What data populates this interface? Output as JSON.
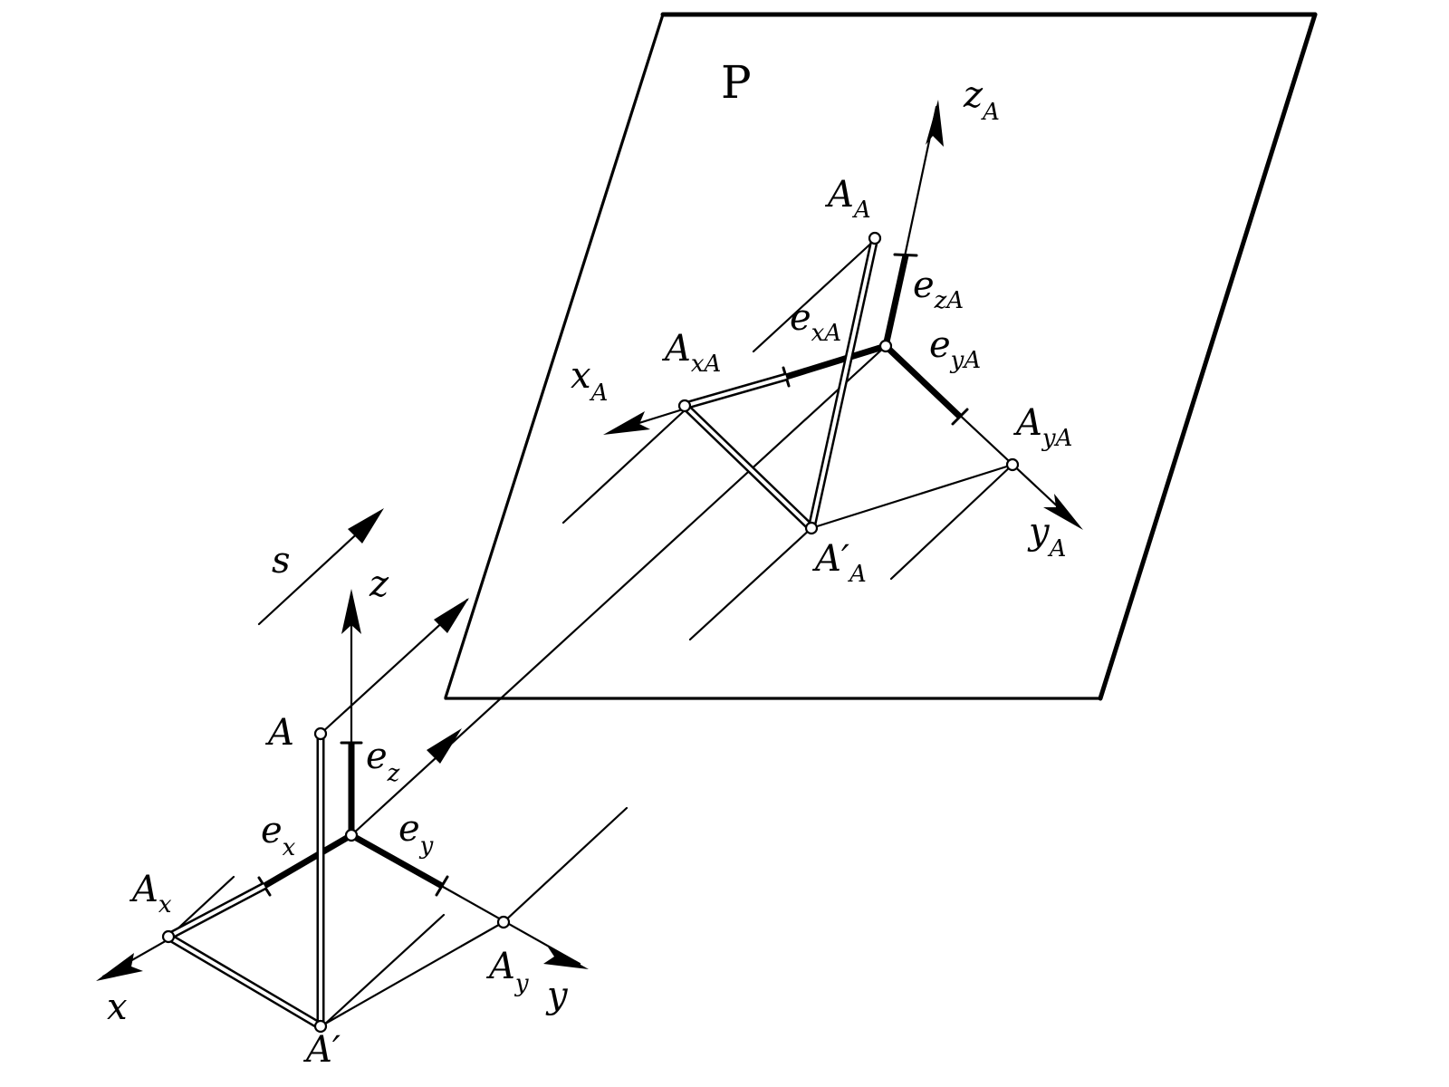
{
  "plane_label": "P",
  "direction_label": "s",
  "original_axes": {
    "x": "x",
    "y": "y",
    "z": "z"
  },
  "original_units": {
    "ex": {
      "base": "e",
      "sub": "x"
    },
    "ey": {
      "base": "e",
      "sub": "y"
    },
    "ez": {
      "base": "e",
      "sub": "z"
    }
  },
  "original_points": {
    "A": {
      "base": "A",
      "sub": ""
    },
    "A_prime": {
      "base": "A",
      "prime": "′",
      "sub": ""
    },
    "Ax": {
      "base": "A",
      "sub": "x"
    },
    "Ay": {
      "base": "A",
      "sub": "y"
    }
  },
  "projected_axes": {
    "xA": {
      "base": "x",
      "sub": "A"
    },
    "yA": {
      "base": "y",
      "sub": "A"
    },
    "zA": {
      "base": "z",
      "sub": "A"
    }
  },
  "projected_units": {
    "exA": {
      "base": "e",
      "sub": "xA"
    },
    "eyA": {
      "base": "e",
      "sub": "yA"
    },
    "ezA": {
      "base": "e",
      "sub": "zA"
    }
  },
  "projected_points": {
    "AA": {
      "base": "A",
      "sub": "A"
    },
    "A_prime_A": {
      "base": "A",
      "prime": "′",
      "sub": "A"
    },
    "AxA": {
      "base": "A",
      "sub": "xA"
    },
    "AyA": {
      "base": "A",
      "sub": "yA"
    }
  }
}
